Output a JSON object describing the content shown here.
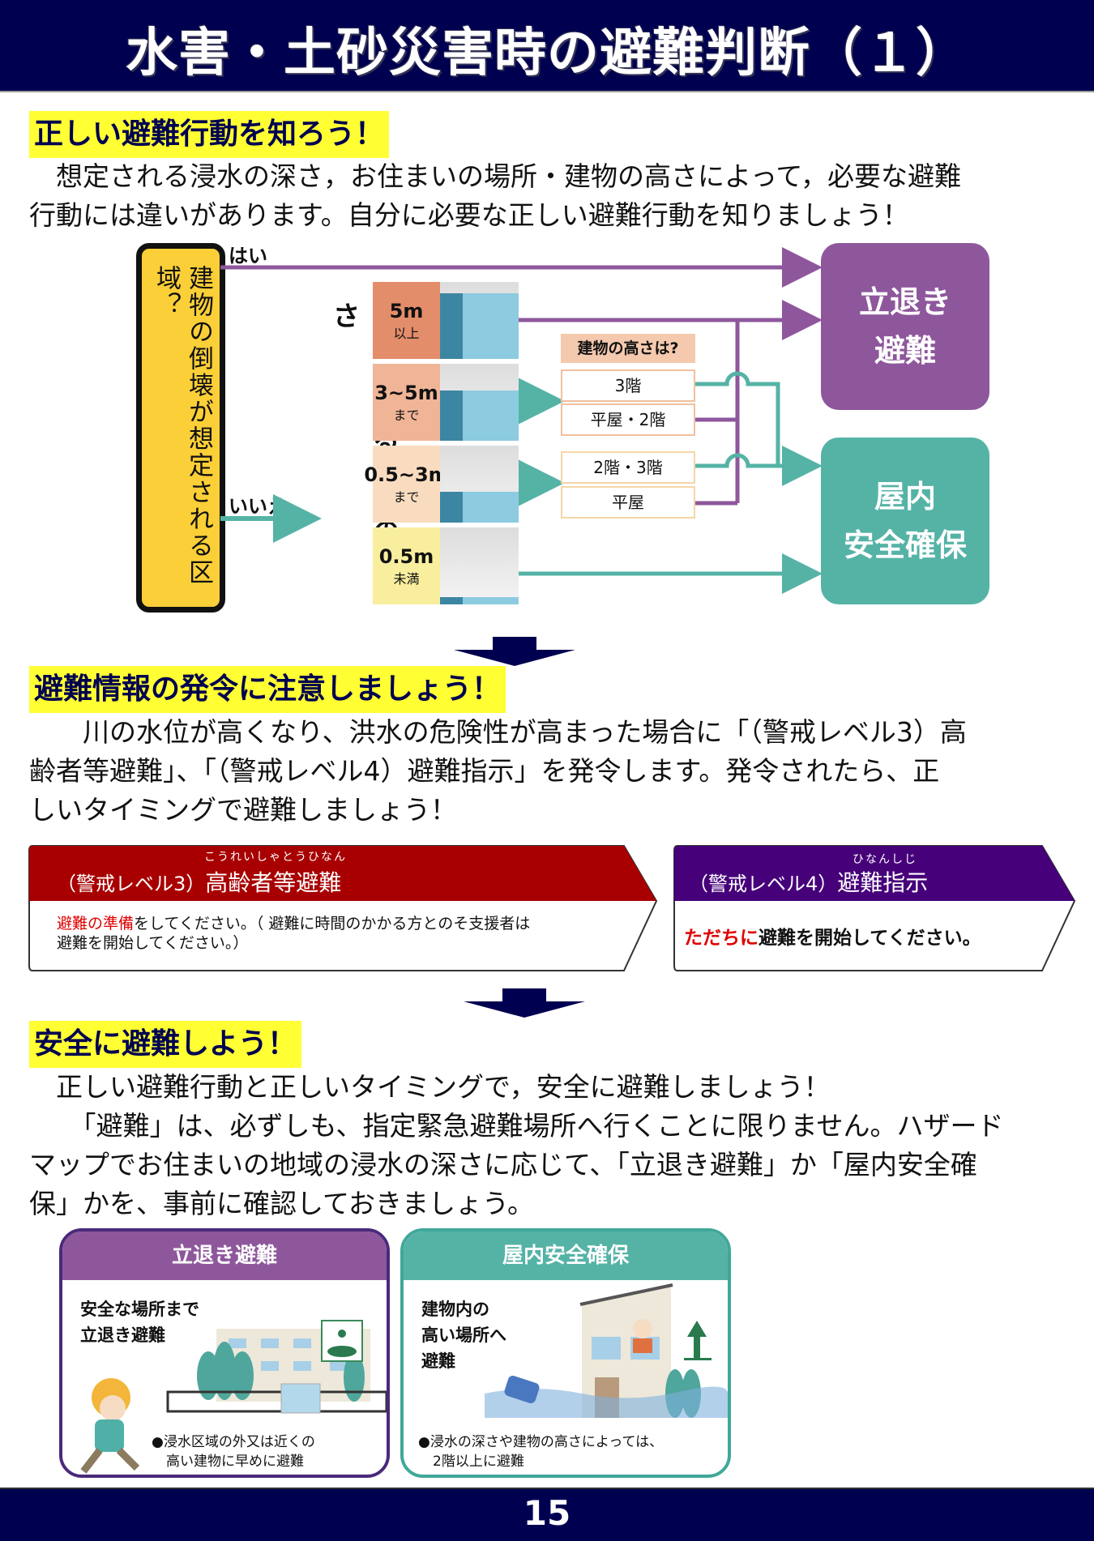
{
  "header": {
    "title": "水害・土砂災害時の避難判断（１）"
  },
  "section1": {
    "heading": "正しい避難行動を知ろう！",
    "lines": [
      "　想定される浸水の深さ，お住まいの場所・建物の高さによって，必要な避難",
      "行動には違いがあります。自分に必要な正しい避難行動を知りましょう！"
    ]
  },
  "flowchart": {
    "question": "建物の倒壊が想定される区域？",
    "yes_label": "はい",
    "no_label": "いいえ",
    "depth_title": "予想される浸水の深さ",
    "depths": [
      {
        "value": "5m",
        "sub": "以上",
        "color": "#e48d6a",
        "water": 0.85
      },
      {
        "value": "3~5m",
        "sub": "まで",
        "color": "#f0b597",
        "water": 0.65
      },
      {
        "value": "0.5~3m",
        "sub": "まで",
        "color": "#f9dcc0",
        "water": 0.4
      },
      {
        "value": "0.5m",
        "sub": "未満",
        "color": "#f8ee9e",
        "water": 0.1
      }
    ],
    "height_question": "建物の高さは?",
    "height_options": [
      "3階",
      "平屋・2階",
      "2階・3階",
      "平屋"
    ],
    "result_evacuate": [
      "立退き",
      "避難"
    ],
    "result_shelter": [
      "屋内",
      "安全確保"
    ]
  },
  "section2": {
    "heading": "避難情報の発令に注意しましょう！",
    "lines": [
      "　　川の水位が高くなり、洪水の危険性が高まった場合に「（警戒レベル3）高",
      "齢者等避難」、「（警戒レベル4）避難指示」を発令します。発令されたら、正",
      "しいタイミングで避難しましょう！"
    ],
    "alert3": {
      "prefix": "（警戒レベル3）",
      "title": "高齢者等避難",
      "ruby": "こうれいしゃとうひなん",
      "body_highlight": "避難の準備",
      "body_rest": "をしてください。（ 避難に時間のかかる方とのそ支援者は",
      "body_line2": "避難を開始してください。）"
    },
    "alert4": {
      "prefix": "（警戒レベル4）",
      "title": "避難指示",
      "ruby": "ひなんしじ",
      "body_highlight": "ただちに",
      "body_rest": "避難を開始してください。"
    }
  },
  "section3": {
    "heading": "安全に避難しよう！",
    "lines": [
      "　正しい避難行動と正しいタイミングで，安全に避難しましょう！",
      "　　「避難」は、必ずしも、指定緊急避難場所へ行くことに限りません。ハザード",
      "マップでお住まいの地域の浸水の深さに応じて、「立退き避難」か「屋内安全確",
      "保」かを、事前に確認しておきましょう。"
    ],
    "card_evacuate": {
      "title": "立退き避難",
      "sub": [
        "安全な場所まで",
        "立退き避難"
      ],
      "note": [
        "●浸水区域の外又は近くの",
        "高い建物に早めに避難"
      ]
    },
    "card_shelter": {
      "title": "屋内安全確保",
      "sub": [
        "建物内の",
        "高い場所へ",
        "避難"
      ],
      "note": [
        "●浸水の深さや建物の高さによっては、",
        "2階以上に避難"
      ]
    }
  },
  "footer": {
    "page_number": "15"
  },
  "colors": {
    "navy": "#000050",
    "yellow": "#ffff33",
    "purple": "#8e579c",
    "teal": "#55b3a6",
    "red": "#a80000",
    "violet": "#46007a"
  }
}
